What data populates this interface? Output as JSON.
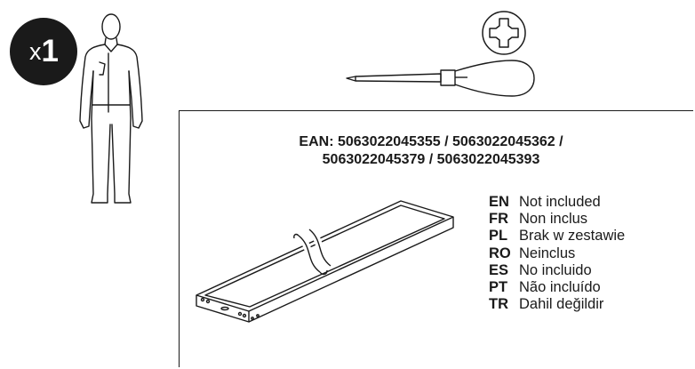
{
  "badge": {
    "prefix": "x",
    "count": "1"
  },
  "ean": {
    "line1": "EAN: 5063022045355 / 5063022045362 /",
    "line2": "5063022045379 / 5063022045393"
  },
  "languages": [
    {
      "code": "EN",
      "text": "Not included"
    },
    {
      "code": "FR",
      "text": "Non inclus"
    },
    {
      "code": "PL",
      "text": "Brak w zestawie"
    },
    {
      "code": "RO",
      "text": "Neinclus"
    },
    {
      "code": "ES",
      "text": "No incluido"
    },
    {
      "code": "PT",
      "text": "Não incluído"
    },
    {
      "code": "TR",
      "text": "Dahil değildir"
    }
  ],
  "icons": {
    "person": "person-icon",
    "screwdriver": "phillips-screwdriver-icon",
    "screw_head": "phillips-head-icon",
    "shelf": "shelf-panel-icon"
  }
}
